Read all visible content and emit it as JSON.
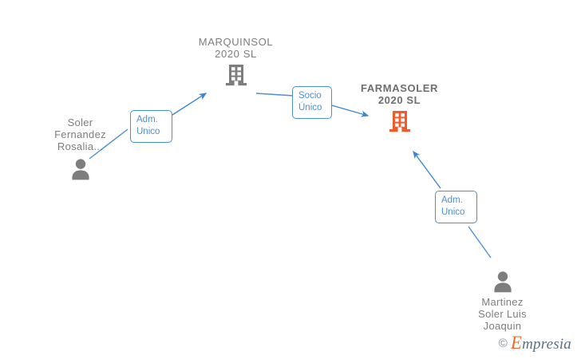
{
  "diagram": {
    "type": "corporate-relationship-graph",
    "background_color": "#ffffff",
    "edge_color": "#4a90d9",
    "nodes": [
      {
        "id": "marquinsol",
        "kind": "company",
        "icon": "building-icon",
        "icon_color": "#7d7d7d",
        "label": "MARQUINSOL\n2020  SL",
        "highlight": false
      },
      {
        "id": "farmasoler",
        "kind": "company",
        "icon": "building-icon",
        "icon_color": "#f15a29",
        "label": "FARMASOLER\n2020  SL",
        "highlight": true
      },
      {
        "id": "soler-fernandez-rosalia",
        "kind": "person",
        "icon": "person-icon",
        "icon_color": "#7d7d7d",
        "label": "Soler\nFernandez\nRosalia...",
        "highlight": false
      },
      {
        "id": "martinez-soler-luis-joaquin",
        "kind": "person",
        "icon": "person-icon",
        "icon_color": "#7d7d7d",
        "label": "Martinez\nSoler Luis\nJoaquin",
        "highlight": false
      }
    ],
    "edges": [
      {
        "id": "edge-rosalia-marquinsol",
        "from": "soler-fernandez-rosalia",
        "to": "marquinsol",
        "label": "Adm.\nUnico"
      },
      {
        "id": "edge-marquinsol-farmasoler",
        "from": "marquinsol",
        "to": "farmasoler",
        "label": "Socio\nÚnico"
      },
      {
        "id": "edge-martinez-farmasoler",
        "from": "martinez-soler-luis-joaquin",
        "to": "farmasoler",
        "label": "Adm.\nUnico"
      }
    ]
  },
  "watermark": {
    "copyright": "©",
    "brand_initial": "E",
    "brand_rest": "mpresia"
  }
}
